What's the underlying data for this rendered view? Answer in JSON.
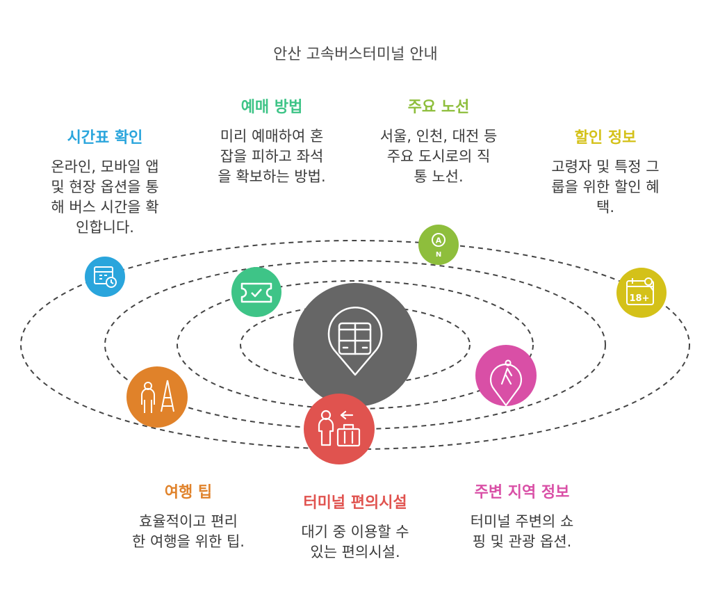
{
  "title": "안산 고속버스터미널 안내",
  "colors": {
    "schedule": "#2aa5dc",
    "booking": "#3ec487",
    "routes": "#8ebe3c",
    "discount": "#d4c119",
    "travel": "#e0822a",
    "facilities": "#e0534f",
    "nearby": "#d94fa6",
    "center": "#666666",
    "orbit": "#444444"
  },
  "center": {
    "icon": "bus-location-icon"
  },
  "items": {
    "schedule": {
      "label": "시간표 확인",
      "lines": [
        "온라인, 모바일 앱",
        "및 현장 옵션을 통",
        "해 버스 시간을 확",
        "인합니다."
      ],
      "icon": "calendar-clock-icon"
    },
    "booking": {
      "label": "예매 방법",
      "lines": [
        "미리 예매하여 혼",
        "잡을 피하고 좌석",
        "을 확보하는 방법."
      ],
      "icon": "ticket-icon"
    },
    "routes": {
      "label": "주요 노선",
      "lines": [
        "서울, 인천, 대전 등",
        "주요 도시로의 직",
        "통 노선."
      ],
      "icon": "compass-icon",
      "icon_letters": [
        "A",
        "N"
      ]
    },
    "discount": {
      "label": "할인 정보",
      "lines": [
        "고령자 및 특정 그",
        "룹을 위한 할인 혜",
        "택."
      ],
      "icon": "age-discount-icon",
      "icon_text": "18+"
    },
    "travel": {
      "label": "여행 팁",
      "lines": [
        "효율적이고 편리",
        "한 여행을 위한 팁."
      ],
      "icon": "traveler-eiffel-icon"
    },
    "facilities": {
      "label": "터미널 편의시설",
      "lines": [
        "대기 중 이용할 수",
        "있는 편의시설."
      ],
      "icon": "person-luggage-icon"
    },
    "nearby": {
      "label": "주변 지역 정보",
      "lines": [
        "터미널 주변의 쇼",
        "핑 및 관광 옵션."
      ],
      "icon": "walking-pin-icon"
    }
  }
}
